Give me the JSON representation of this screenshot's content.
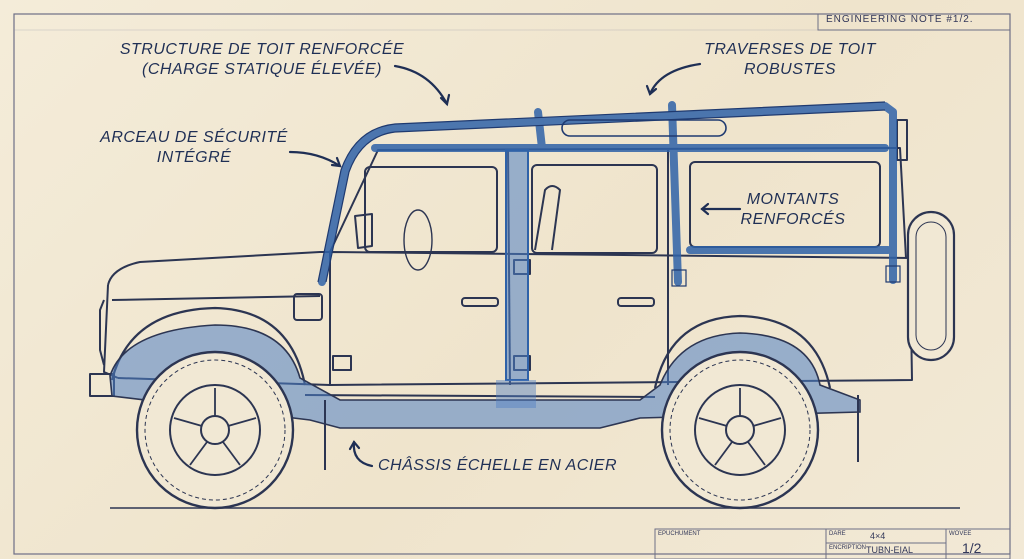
{
  "note": "ENGINEERING NOTE #1/2.",
  "callouts": {
    "roof_structure": [
      "STRUCTURE DE TOIT RENFORCÉE",
      "(CHARGE STATIQUE ÉLEVÉE)"
    ],
    "roof_crossbars": [
      "TRAVERSES DE TOIT",
      "ROBUSTES"
    ],
    "rollcage": [
      "ARCEAU DE SÉCURITÉ",
      "INTÉGRÉ"
    ],
    "pillars": [
      "MONTANTS",
      "RENFORCÉS"
    ],
    "chassis": "CHÂSSIS ÉCHELLE EN ACIER"
  },
  "title_block": {
    "label_left": "EPUCHUMENT",
    "label_date": "DARE",
    "value_date": "4×4",
    "label_description": "ENCRIPTION",
    "value_description": "TUBN-EIAL",
    "label_sheet": "WOVEE",
    "value_sheet": "1/2"
  },
  "colors": {
    "ink": "#2c3552",
    "blue": "#2f62a8",
    "blue_fill": "#4f7fc4",
    "paper": "#f1e8d4"
  }
}
